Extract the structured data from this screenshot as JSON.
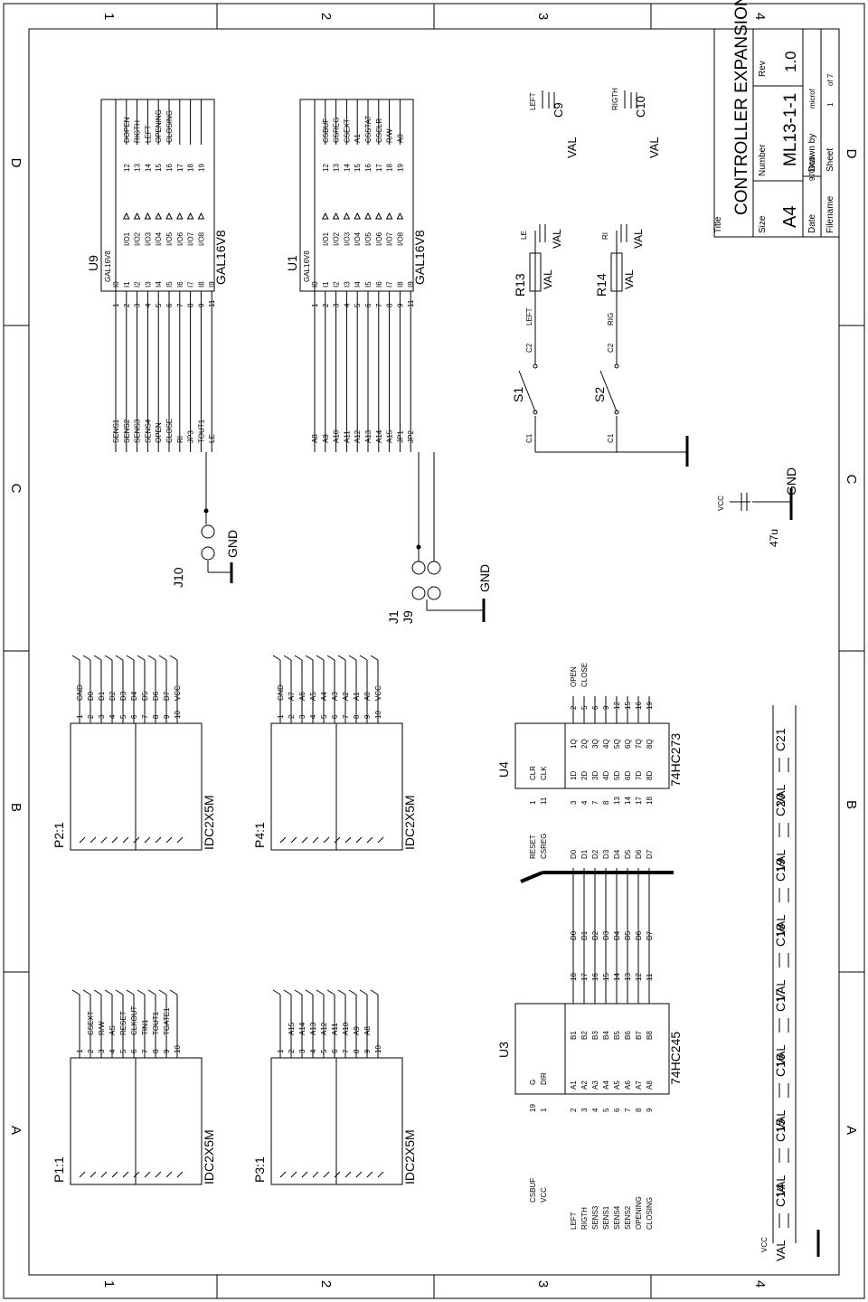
{
  "border": {
    "cols_top": [
      "1",
      "2",
      "3",
      "4"
    ],
    "rows_right": [
      "D",
      "C",
      "B",
      "A"
    ],
    "cols_bottom": [
      "1",
      "2",
      "3",
      "4"
    ],
    "rows_left": [
      "A",
      "B",
      "C",
      "D"
    ]
  },
  "title_block": {
    "title_label": "Title",
    "title": "CONTROLLER EXPANSION BUS",
    "size_label": "Size",
    "size": "A4",
    "number_label": "Number",
    "number": "ML13-1-1",
    "rev_label": "Rev",
    "rev": "1.0",
    "date_label": "Date",
    "date": "970910",
    "drawn_label": "Drawn by",
    "drawn": "microf",
    "filename_label": "Filename",
    "sheet_label": "Sheet",
    "sheet": "1",
    "of": "of 7"
  },
  "u9": {
    "ref": "U9",
    "part": "GAL16V8",
    "type_label": "GAL16V8",
    "in_nets": [
      "SENS1",
      "SENS2",
      "SENS3",
      "SENS4",
      "OPEN",
      "CLOSE",
      "RI",
      "JP3",
      "TOUT1",
      "LE"
    ],
    "in_pins": [
      "1",
      "2",
      "3",
      "4",
      "5",
      "6",
      "7",
      "8",
      "9",
      "11"
    ],
    "in_names": [
      "I0",
      "I1",
      "I2",
      "I3",
      "I4",
      "I5",
      "I6",
      "I7",
      "I8",
      "I9"
    ],
    "out_names": [
      "I/O1",
      "I/O2",
      "I/O3",
      "I/O4",
      "I/O5",
      "I/O6",
      "I/O7",
      "I/O8"
    ],
    "out_pins": [
      "12",
      "13",
      "14",
      "15",
      "16",
      "17",
      "18",
      "19"
    ],
    "out_nets": [
      "DOPEN",
      "RIGTH",
      "LEFT",
      "OPENING",
      "CLOSING",
      "",
      "",
      ""
    ]
  },
  "u1": {
    "ref": "U1",
    "part": "GAL16V8",
    "type_label": "GAL16V8",
    "in_nets": [
      "A8",
      "A9",
      "A10",
      "A11",
      "A12",
      "A13",
      "A14",
      "A15",
      "JP1",
      "JP2"
    ],
    "in_pins": [
      "1",
      "2",
      "3",
      "4",
      "5",
      "6",
      "7",
      "8",
      "9",
      "11"
    ],
    "in_names": [
      "I0",
      "I1",
      "I2",
      "I3",
      "I4",
      "I5",
      "I6",
      "I7",
      "I8",
      "I9"
    ],
    "out_names": [
      "I/O1",
      "I/O2",
      "I/O3",
      "I/O4",
      "I/O5",
      "I/O6",
      "I/O7",
      "I/O8"
    ],
    "out_pins": [
      "12",
      "13",
      "14",
      "15",
      "16",
      "17",
      "18",
      "19"
    ],
    "out_nets": [
      "CSBUF",
      "CSREG",
      "CSEXT",
      "A1",
      "CSSTAT",
      "CSCLR",
      "R/W",
      "A0"
    ]
  },
  "j10": {
    "ref": "J10",
    "gnd": "GND"
  },
  "j1": {
    "ref": "J1",
    "ref2": "J9",
    "gnd": "GND"
  },
  "switches": [
    {
      "ref": "S1",
      "c1": "C1",
      "c2": "C2",
      "net": "LEFT"
    },
    {
      "ref": "S2",
      "c1": "C1",
      "c2": "C2",
      "net": "RIG"
    }
  ],
  "resistors": [
    {
      "ref": "R13",
      "val": "VAL",
      "net": "LE",
      "val2": "VAL"
    },
    {
      "ref": "R14",
      "val": "VAL",
      "net": "RI",
      "val2": "VAL"
    }
  ],
  "caps_right": [
    {
      "ref": "C9",
      "net": "LEFT",
      "val": "VAL"
    },
    {
      "ref": "C10",
      "net": "RIGTH",
      "val": "VAL"
    }
  ],
  "cap47": {
    "val": "47u",
    "vcc": "VCC",
    "gnd": "GND"
  },
  "p2": {
    "ref": "P2:1",
    "type": "IDC2X5M",
    "pins": [
      "1",
      "2",
      "3",
      "4",
      "5",
      "6",
      "7",
      "8",
      "9",
      "10"
    ],
    "nets": [
      "GND",
      "D0",
      "D1",
      "D2",
      "D3",
      "D4",
      "D5",
      "D6",
      "D7",
      "VCC"
    ]
  },
  "p4": {
    "ref": "P4:1",
    "type": "IDC2X5M",
    "pins": [
      "1",
      "2",
      "3",
      "4",
      "5",
      "6",
      "7",
      "8",
      "9",
      "10"
    ],
    "nets": [
      "GND",
      "A7",
      "A6",
      "A5",
      "A4",
      "A3",
      "A2",
      "A1",
      "A0",
      "VCC"
    ]
  },
  "p1": {
    "ref": "P1:1",
    "type": "IDC2X5M",
    "pins": [
      "1",
      "2",
      "3",
      "4",
      "5",
      "6",
      "7",
      "8",
      "9",
      "10"
    ],
    "nets": [
      "",
      "CSEXT",
      "R/W",
      "AS",
      "RESET",
      "CLKOUT",
      "TIN1",
      "TOUT1",
      "TGATE1",
      ""
    ]
  },
  "p3": {
    "ref": "P3:1",
    "type": "IDC2X5M",
    "pins": [
      "1",
      "2",
      "3",
      "4",
      "5",
      "6",
      "7",
      "8",
      "9",
      "10"
    ],
    "nets": [
      "",
      "A15",
      "A14",
      "A13",
      "A12",
      "A11",
      "A10",
      "A9",
      "A8",
      ""
    ]
  },
  "u4": {
    "ref": "U4",
    "type": "74HC273",
    "ctrl_names": [
      "CLR",
      "CLK"
    ],
    "ctrl_nets": [
      "RESET",
      "CSREG"
    ],
    "ctrl_pins": [
      "1",
      "11"
    ],
    "d_nets": [
      "D0",
      "D1",
      "D2",
      "D3",
      "D4",
      "D5",
      "D6",
      "D7"
    ],
    "d_pins": [
      "3",
      "4",
      "7",
      "8",
      "13",
      "14",
      "17",
      "18"
    ],
    "d_names": [
      "1D",
      "2D",
      "3D",
      "4D",
      "5D",
      "6D",
      "7D",
      "8D"
    ],
    "q_names": [
      "1Q",
      "2Q",
      "3Q",
      "4Q",
      "5Q",
      "6Q",
      "7Q",
      "8Q"
    ],
    "q_pins": [
      "2",
      "5",
      "6",
      "9",
      "12",
      "15",
      "16",
      "19"
    ],
    "q_nets": [
      "OPEN",
      "CLOSE",
      "",
      "",
      "",
      "",
      "",
      ""
    ]
  },
  "u3": {
    "ref": "U3",
    "type": "74HC245",
    "ctrl_names": [
      "G",
      "DIR"
    ],
    "ctrl_nets": [
      "CSBUF",
      "VCC"
    ],
    "ctrl_pins": [
      "19",
      "1"
    ],
    "a_nets": [
      "LEFT",
      "RIGTH",
      "SENS3",
      "SENS1",
      "SENS4",
      "SENS2",
      "OPENING",
      "CLOSING"
    ],
    "a_pins": [
      "2",
      "3",
      "4",
      "5",
      "6",
      "7",
      "8",
      "9"
    ],
    "a_names": [
      "A1",
      "A2",
      "A3",
      "A4",
      "A5",
      "A6",
      "A7",
      "A8"
    ],
    "b_names": [
      "B1",
      "B2",
      "B3",
      "B4",
      "B5",
      "B6",
      "B7",
      "B8"
    ],
    "b_pins": [
      "18",
      "17",
      "16",
      "15",
      "14",
      "13",
      "12",
      "11"
    ],
    "b_nets": [
      "D0",
      "D1",
      "D2",
      "D3",
      "D4",
      "D5",
      "D6",
      "D7"
    ]
  },
  "decoupling": {
    "vcc": "VCC",
    "caps": [
      {
        "ref": "C14",
        "val": "VAL"
      },
      {
        "ref": "C15",
        "val": "VAL"
      },
      {
        "ref": "C16",
        "val": "VAL"
      },
      {
        "ref": "C17",
        "val": "VAL"
      },
      {
        "ref": "C18",
        "val": "VAL"
      },
      {
        "ref": "C19",
        "val": "VAL"
      },
      {
        "ref": "C20",
        "val": "VAL"
      },
      {
        "ref": "C21",
        "val": "VAL"
      }
    ]
  }
}
